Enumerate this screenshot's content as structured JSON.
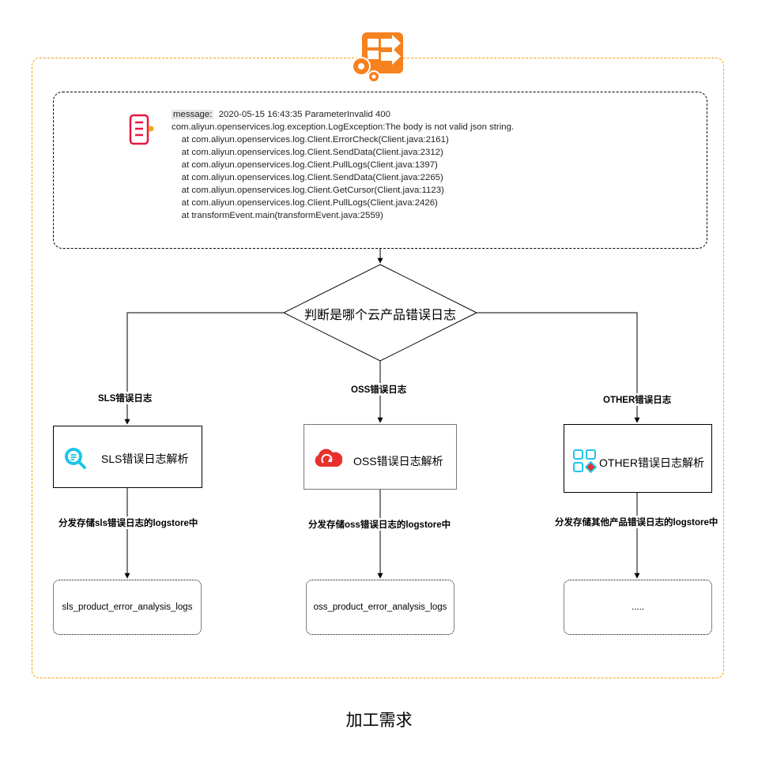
{
  "log": {
    "message_key": "message:",
    "message_value": "  2020-05-15 16:43:35 ParameterInvalid 400",
    "lines": [
      "com.aliyun.openservices.log.exception.LogException:The body is not valid json string.",
      "    at com.aliyun.openservices.log.Client.ErrorCheck(Client.java:2161)",
      "    at com.aliyun.openservices.log.Client.SendData(Client.java:2312)",
      "    at com.aliyun.openservices.log.Client.PullLogs(Client.java:1397)",
      "    at com.aliyun.openservices.log.Client.SendData(Client.java:2265)",
      "    at com.aliyun.openservices.log.Client.GetCursor(Client.java:1123)",
      "    at com.aliyun.openservices.log.Client.PullLogs(Client.java:2426)",
      "    at transformEvent.main(transformEvent.java:2559)"
    ]
  },
  "decision": {
    "label": "判断是哪个云产品错误日志"
  },
  "branches": [
    {
      "edge_label": "SLS错误日志",
      "process_label": "SLS错误日志解析",
      "store_edge_label": "分发存储sls错误日志的logstore中",
      "store_label": "sls_product_error_analysis_logs",
      "icon": "sls-search-icon"
    },
    {
      "edge_label": "OSS错误日志",
      "process_label": "OSS错误日志解析",
      "store_edge_label": "分发存储oss错误日志的logstore中",
      "store_label": "oss_product_error_analysis_logs",
      "icon": "oss-cloud-icon"
    },
    {
      "edge_label": "OTHER错误日志",
      "process_label": "OTHER错误日志解析",
      "store_edge_label": "分发存储其他产品错误日志的logstore中",
      "store_label": ".....",
      "icon": "other-products-icon"
    }
  ],
  "caption": "加工需求",
  "colors": {
    "container_border": "#f0a30a",
    "transform_icon": "#f5811f",
    "log_icon": "#e8163d",
    "sls_icon": "#1ec6e8",
    "oss_icon": "#e8312c",
    "other_icon": "#1ec6e8"
  }
}
